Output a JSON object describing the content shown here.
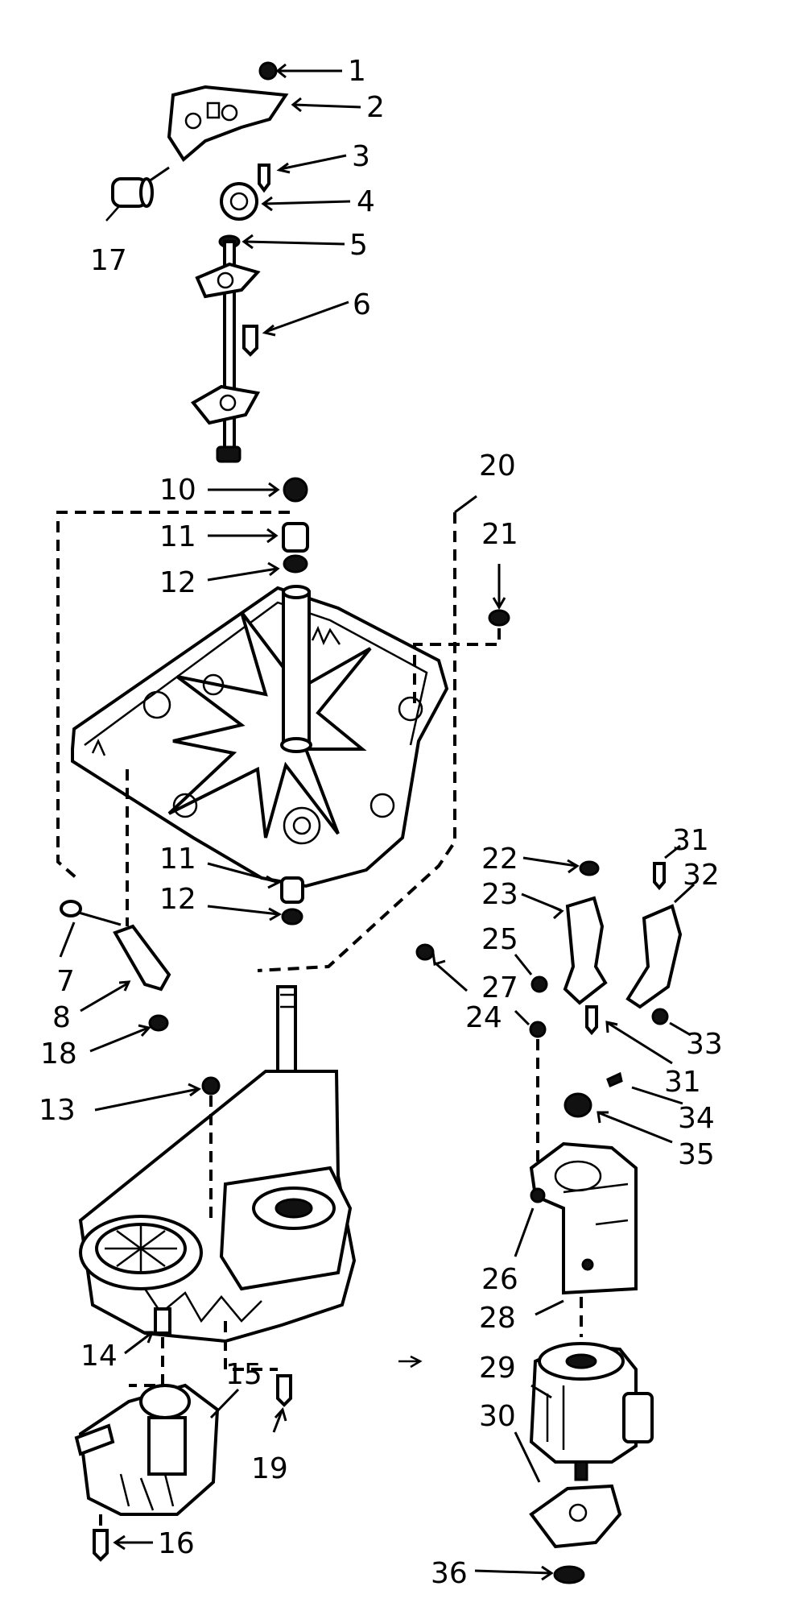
{
  "labels": {
    "l1": "1",
    "l2": "2",
    "l3": "3",
    "l4": "4",
    "l5": "5",
    "l6": "6",
    "l7": "7",
    "l8": "8",
    "l10": "10",
    "l11a": "11",
    "l11b": "11",
    "l12a": "12",
    "l12b": "12",
    "l13": "13",
    "l14": "14",
    "l15": "15",
    "l16": "16",
    "l17": "17",
    "l18": "18",
    "l19": "19",
    "l20": "20",
    "l21": "21",
    "l22": "22",
    "l23": "23",
    "l24": "24",
    "l25": "25",
    "l26": "26",
    "l27": "27",
    "l28": "28",
    "l29": "29",
    "l30": "30",
    "l31a": "31",
    "l31b": "31",
    "l32": "32",
    "l33": "33",
    "l34": "34",
    "l35": "35",
    "l36": "36"
  },
  "colors": {
    "ink": "#000000",
    "paper": "#ffffff"
  }
}
